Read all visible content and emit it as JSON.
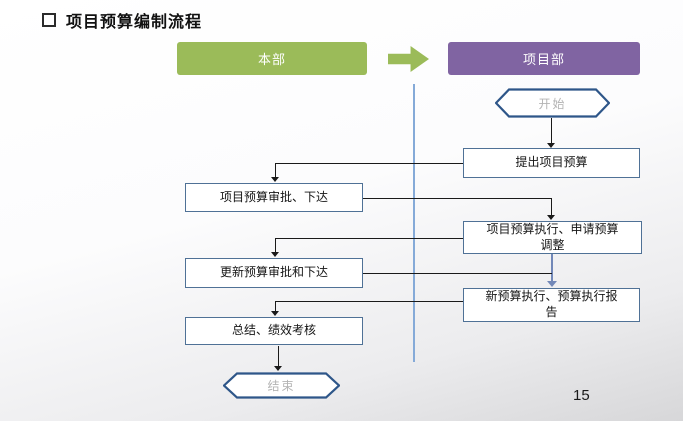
{
  "slide": {
    "title": "项目预算编制流程",
    "page_number": "15"
  },
  "swimlanes": {
    "left": {
      "label": "本部",
      "color": "#9bbb59"
    },
    "right": {
      "label": "项目部",
      "color": "#8064a2"
    },
    "arrow_icon": "right-block-arrow"
  },
  "diagram": {
    "type": "flowchart",
    "start_label": "开始",
    "end_label": "结束",
    "left_steps": [
      {
        "label": "项目预算审批、下达"
      },
      {
        "label": "更新预算审批和下达"
      },
      {
        "label": "总结、绩效考核"
      }
    ],
    "right_steps": [
      {
        "label": "提出项目预算"
      },
      {
        "label": "项目预算执行、申请预算调整"
      },
      {
        "label": "新预算执行、预算执行报告"
      }
    ],
    "edges": [
      "开始 → 提出项目预算",
      "提出项目预算 → 项目预算审批、下达",
      "项目预算审批、下达 → 项目预算执行、申请预算调整",
      "项目预算执行、申请预算调整 → 更新预算审批和下达",
      "项目预算执行、申请预算调整 → 新预算执行、预算执行报告",
      "更新预算审批和下达 → 新预算执行、预算执行报告",
      "新预算执行、预算执行报告 → 总结、绩效考核",
      "总结、绩效考核 → 结束"
    ],
    "colors": {
      "box_border": "#4f7196",
      "terminal_border": "#2e5689",
      "terminal_text": "#b3b3b3",
      "divider": "#85aad8",
      "connector": "#1a1a1a",
      "blue_connector": "#7288b8"
    }
  }
}
